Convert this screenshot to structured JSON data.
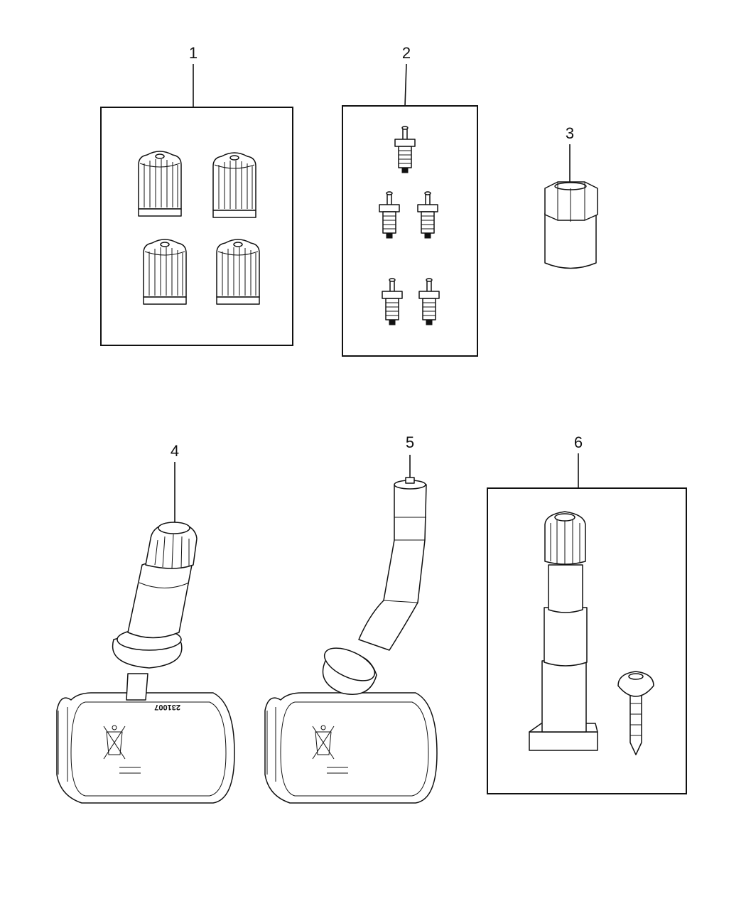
{
  "callouts": {
    "c1": "1",
    "c2": "2",
    "c3": "3",
    "c4": "4",
    "c5": "5",
    "c6": "6"
  },
  "sensor_labels": {
    "sensor4_code": "231007"
  },
  "colors": {
    "line": "#111111",
    "background": "#ffffff"
  },
  "icons": [
    "valve-cap-icon",
    "valve-core-icon",
    "hex-socket-icon",
    "tpms-sensor-icon",
    "valve-stem-icon",
    "screw-icon",
    "recycle-bin-crossed-icon"
  ]
}
